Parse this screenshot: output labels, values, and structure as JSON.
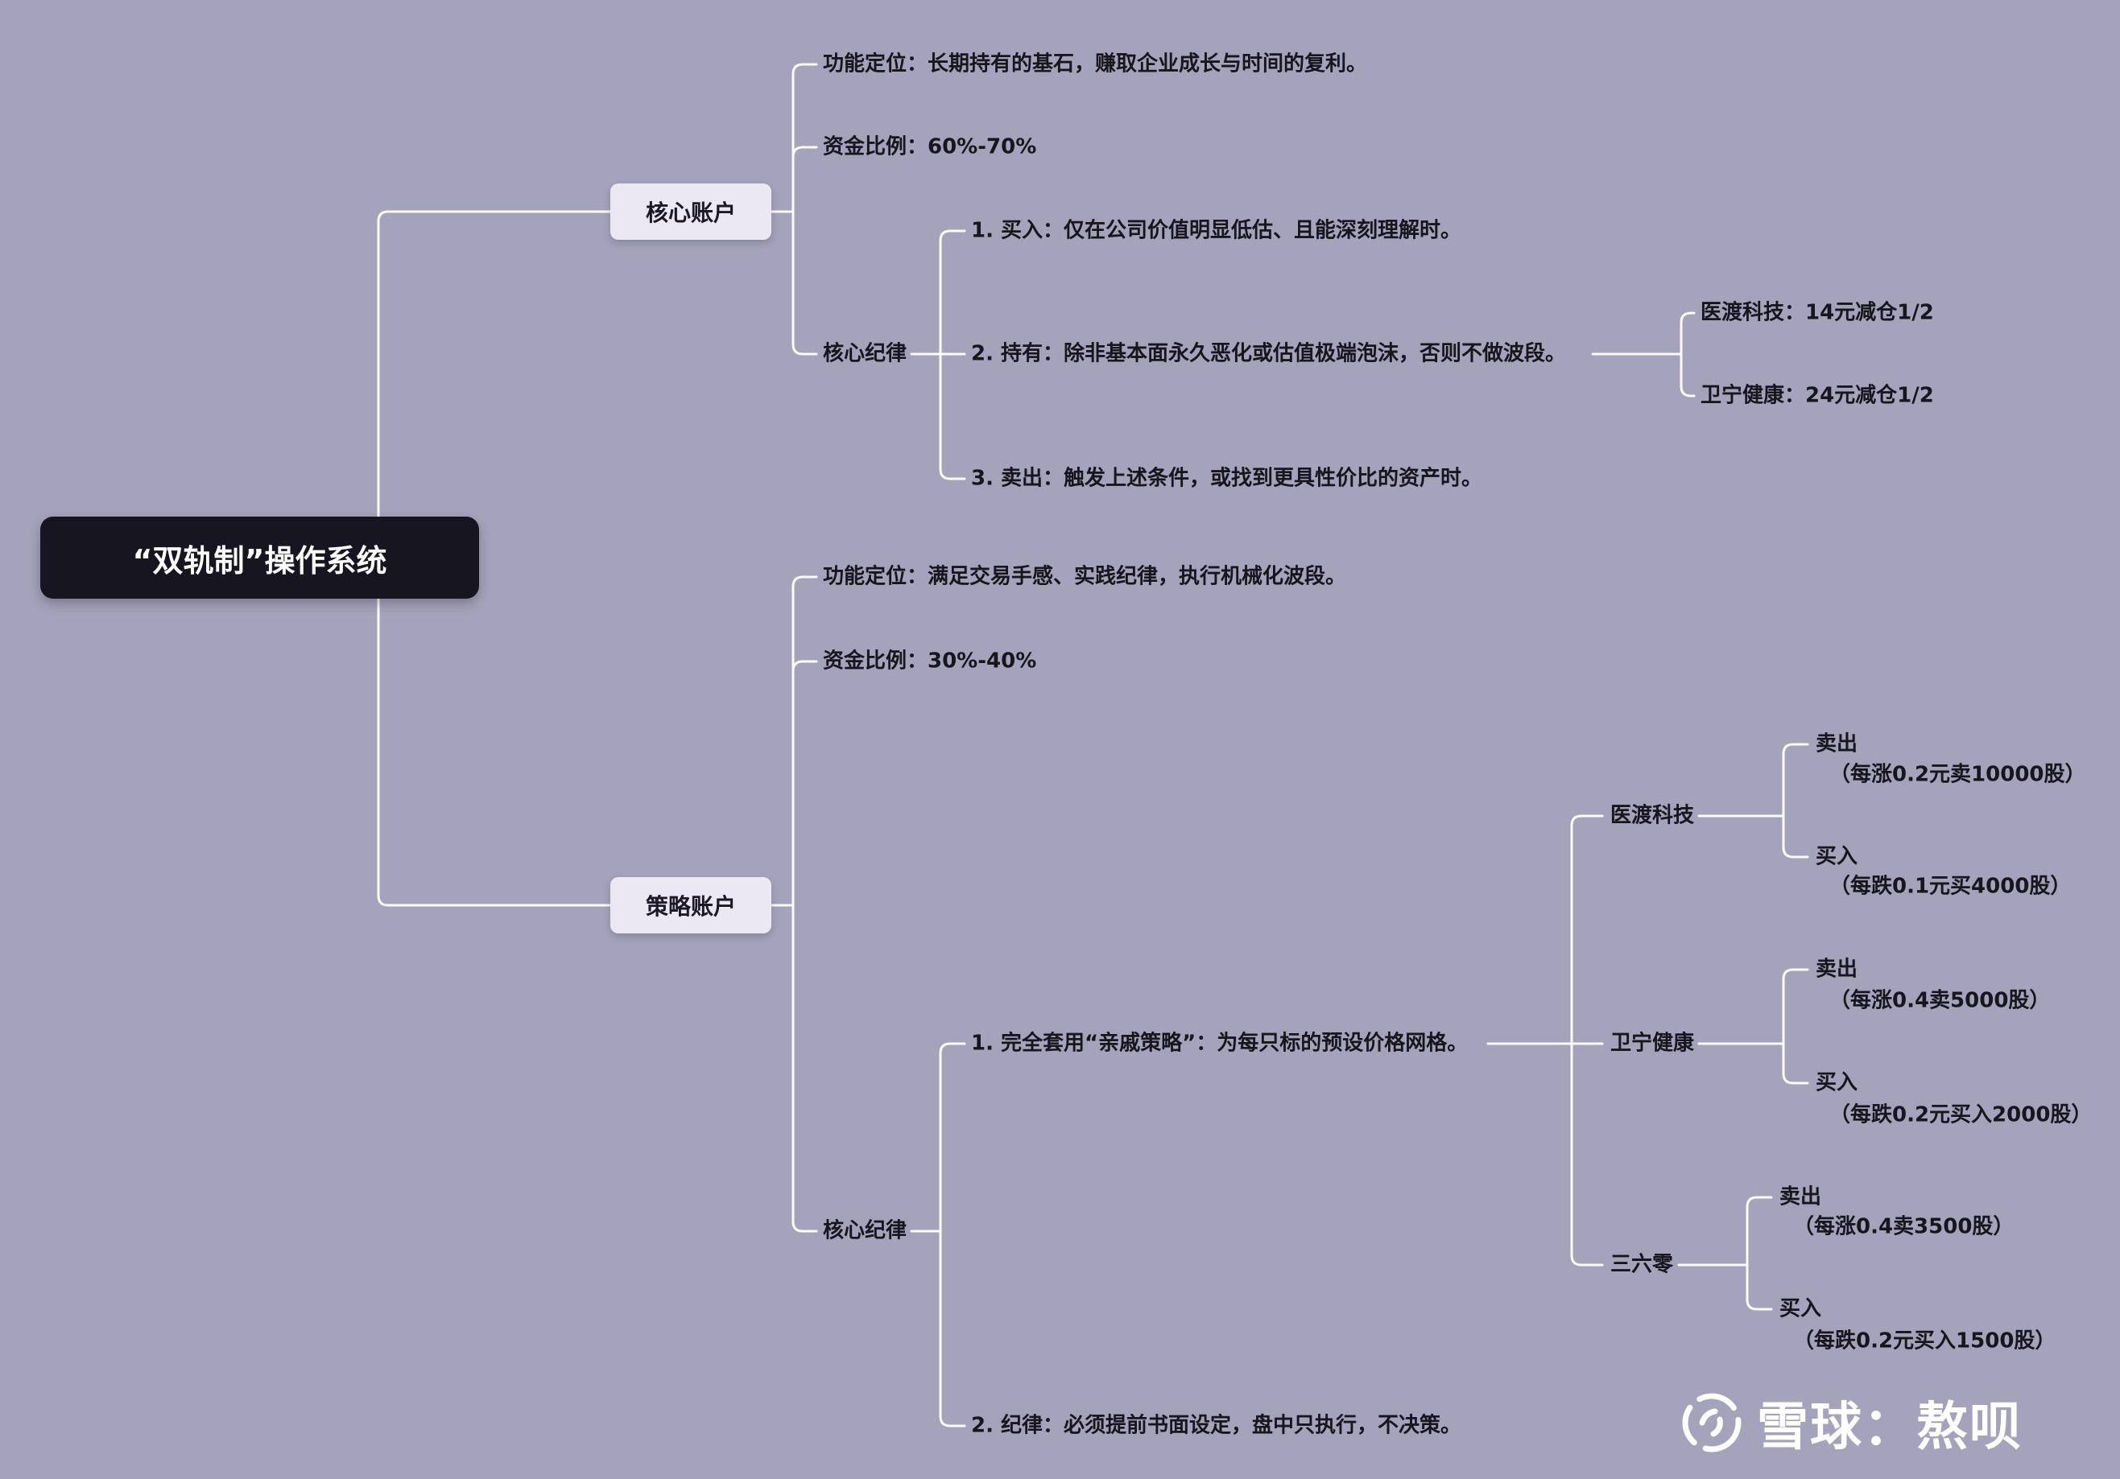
{
  "title": {
    "root_label": "“双轨制”操作系统"
  },
  "core": {
    "label": "核心账户",
    "function": "功能定位：长期持有的基石，赚取企业成长与时间的复利。",
    "ratio": "资金比例：60%-70%",
    "discipline": "核心纪律",
    "items": [
      "1. 买入：仅在公司价值明显低估、且能深刻理解时。",
      "2. 持有：除非基本面永久恶化或估值极端泡沫，否则不做波段。",
      "3. 卖出：触发上述条件，或找到更具性价比的资产时。"
    ],
    "hold_notes": [
      "医渡科技：14元减仓1/2",
      "卫宁健康：24元减仓1/2"
    ]
  },
  "strategy": {
    "label": "策略账户",
    "function": "功能定位：满足交易手感、实践纪律，执行机械化波段。",
    "ratio": "资金比例：30%-40%",
    "discipline": "核心纪律",
    "items": [
      "1. 完全套用“亲戚策略”：为每只标的预设价格网格。",
      "2. 纪律：必须提前书面设定，盘中只执行，不决策。"
    ],
    "stocks": [
      {
        "name": "医渡科技",
        "sell_label": "卖出",
        "sell_rule": "（每涨0.2元卖10000股）",
        "buy_label": "买入",
        "buy_rule": "（每跌0.1元买4000股）"
      },
      {
        "name": "卫宁健康",
        "sell_label": "卖出",
        "sell_rule": "（每涨0.4卖5000股）",
        "buy_label": "买入",
        "buy_rule": "（每跌0.2元买入2000股）"
      },
      {
        "name": "三六零",
        "sell_label": "卖出",
        "sell_rule": "（每涨0.4卖3500股）",
        "buy_label": "买入",
        "buy_rule": "（每跌0.2元买入1500股）"
      }
    ]
  },
  "watermark": {
    "brand": "雪球：熬呗"
  },
  "colors": {
    "background": "#a5a3bb",
    "root_bg": "#17151f",
    "node_bg": "#ebe8f4",
    "line": "#fbfafc",
    "text": "#17151e",
    "watermark_text": "#ffffff"
  }
}
